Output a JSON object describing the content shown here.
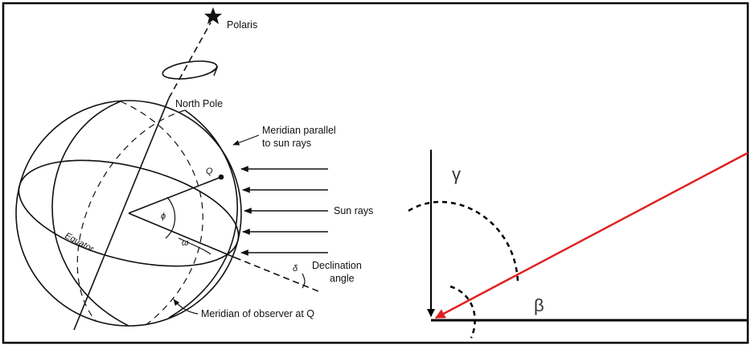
{
  "left_diagram": {
    "labels": {
      "polaris": "Polaris",
      "north_pole": "North Pole",
      "meridian_parallel_line1": "Meridian parallel",
      "meridian_parallel_line2": "to sun rays",
      "q": "Q",
      "phi": "ϕ",
      "omega": "ω",
      "sun_rays": "Sun rays",
      "equator": "Equator",
      "delta": "δ",
      "declination_line1": "Declination",
      "declination_line2": "angle",
      "meridian_observer": "Meridian of observer at Q"
    }
  },
  "right_diagram": {
    "labels": {
      "gamma": "γ",
      "beta": "β"
    },
    "colors": {
      "ray": "#e02020",
      "lines": "#000000"
    }
  },
  "colors": {
    "border": "#000000",
    "background": "#ffffff"
  }
}
